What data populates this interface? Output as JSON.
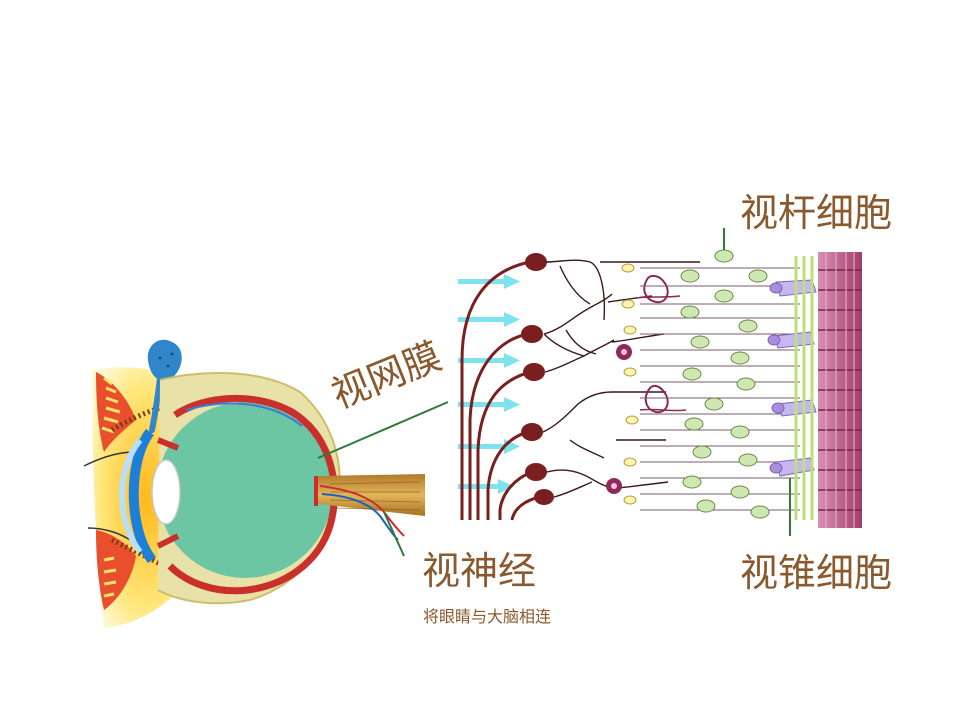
{
  "labels": {
    "retina": "视网膜",
    "rod_cell": "视杆细胞",
    "cone_cell": "视锥细胞",
    "optic_nerve": "视神经",
    "optic_nerve_desc": "将眼睛与大脑相连"
  },
  "colors": {
    "label_text": "#8a5a2e",
    "leader_line": "#2f7a3a",
    "eye_body": "#6cc6a4",
    "sclera": "#e8e2a8",
    "retina_layer": "#c9302c",
    "nerve_fiber": "#c99a3e",
    "neuron": "#7a1f1f",
    "rod_body": "#cde8b0",
    "cone_body": "#c8b6f0",
    "receptor_band": "#b3537c",
    "light_arrow": "#7fe3ef",
    "eyelid": "#ffd21a",
    "lacrimal_gland": "#2f86c8"
  },
  "icons": [
    "eye-cross-section",
    "retina-layers",
    "light-arrow"
  ]
}
